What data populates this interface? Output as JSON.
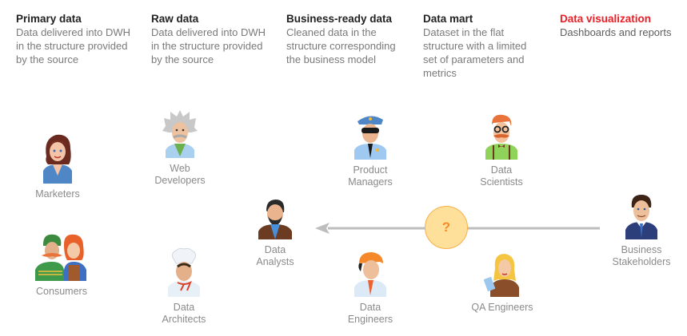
{
  "stages": [
    {
      "title": "Primary data",
      "description": "Data delivered into DWH in the structure provided by the source",
      "active": false
    },
    {
      "title": "Raw data",
      "description": "Data delivered into DWH in the structure provided by the source",
      "active": false
    },
    {
      "title": "Business-ready data",
      "description": "Cleaned data in the structure corresponding the business model",
      "active": false
    },
    {
      "title": "Data mart",
      "description": "Dataset in the flat structure with a limited set of parameters and metrics",
      "active": false
    },
    {
      "title": "Data visualization",
      "description": "Dashboards and reports",
      "active": true
    }
  ],
  "colors": {
    "stage_bg": "#efefef",
    "active_stage_bg": "#f5c9cb",
    "active_title": "#ee1c24",
    "arrow": "#bdbdbd",
    "question_fill": "#ffe09a",
    "question_stroke": "#f7b04a",
    "question_mark": "#f58a2a"
  },
  "personas": [
    {
      "id": "marketers",
      "label": "Marketers"
    },
    {
      "id": "web-developers",
      "label": "Web\nDevelopers"
    },
    {
      "id": "product-managers",
      "label": "Product\nManagers"
    },
    {
      "id": "data-scientists",
      "label": "Data\nScientists"
    },
    {
      "id": "data-analysts",
      "label": "Data\nAnalysts"
    },
    {
      "id": "business-stakeholders",
      "label": "Business\nStakeholders"
    },
    {
      "id": "consumers",
      "label": "Consumers"
    },
    {
      "id": "data-architects",
      "label": "Data\nArchitects"
    },
    {
      "id": "data-engineers",
      "label": "Data\nEngineers"
    },
    {
      "id": "qa-engineers",
      "label": "QA Engineers"
    }
  ],
  "flow": {
    "from": "Business Stakeholders",
    "to": "Data Analysts",
    "question_label": "?"
  }
}
